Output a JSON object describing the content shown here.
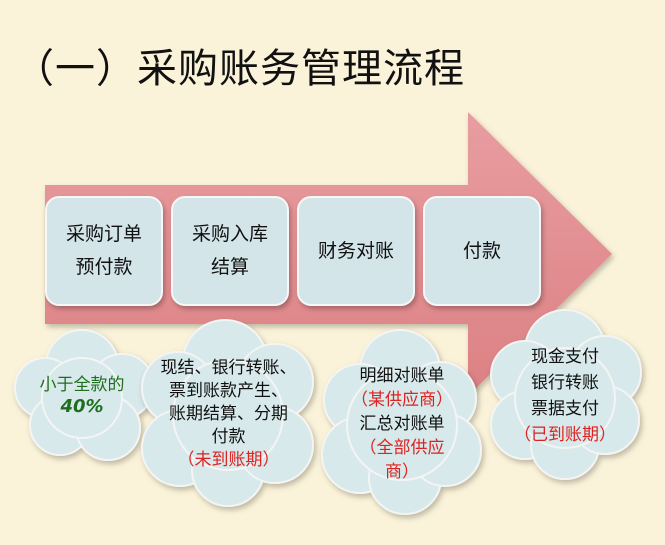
{
  "title": "（一）采购账务管理流程",
  "steps": [
    {
      "label": "采购订单\n预付款"
    },
    {
      "label": "采购入库\n结算"
    },
    {
      "label": "财务对账"
    },
    {
      "label": "付款"
    }
  ],
  "notes": [
    {
      "lines": [
        "小于全款的",
        "40%"
      ]
    },
    {
      "lines": [
        "现结、银行转账、",
        "票到账款产生、",
        "账期结算、分期",
        "付款",
        "（未到账期）"
      ]
    },
    {
      "lines": [
        "明细对账单",
        "（某供应商）",
        "汇总对账单",
        "（全部供应",
        "商）"
      ]
    },
    {
      "lines": [
        "现金支付",
        "银行转账",
        "票据支付",
        "（已到账期）"
      ]
    }
  ],
  "colors": {
    "background": "#fbf3d9",
    "arrow": "#e58c8f",
    "step_box": "#d3e5e8",
    "cloud": "#d7e9ea",
    "green_text": "#1f6e1f",
    "red_text": "#dd2222"
  }
}
